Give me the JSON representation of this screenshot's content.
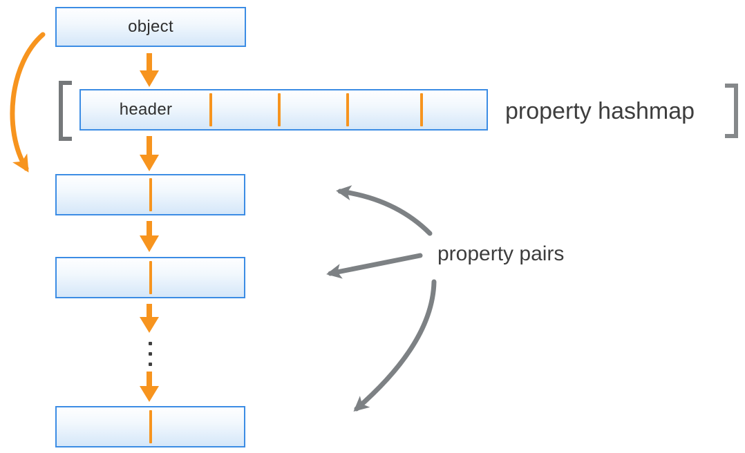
{
  "diagram": {
    "object_box": {
      "label": "object"
    },
    "hashmap": {
      "header_label": "header",
      "annotation": "property hashmap",
      "cell_count": 5,
      "divider_count": 4
    },
    "property_pairs": {
      "annotation": "property pairs",
      "box_count": 3,
      "ellipsis": "⋮"
    },
    "arrows": {
      "orange_down_arrow_count": 5,
      "orange_curved_arrow": "object to first property pair",
      "gray_arrow_count": 3,
      "gray_arrows_meaning": "property pairs label points to pair boxes"
    },
    "colors": {
      "accent_orange": "#f7941e",
      "box_border_blue": "#3b8ce4",
      "box_fill_top": "#fefeff",
      "box_fill_bottom": "#d5e7f9",
      "bracket_gray": "#75787a",
      "arrow_gray": "#7d8184",
      "text_dark": "#3d3d3d"
    }
  }
}
